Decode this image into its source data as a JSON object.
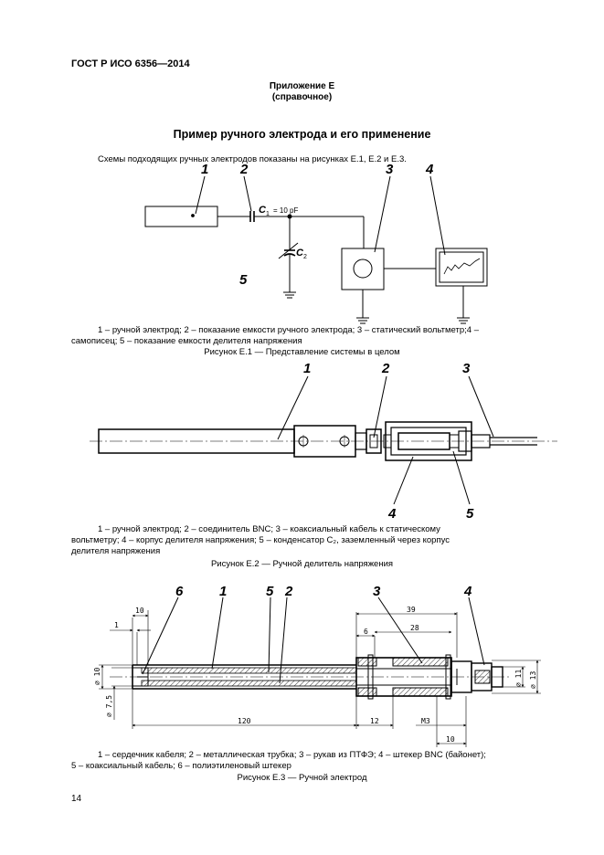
{
  "header": {
    "standard": "ГОСТ Р ИСО 6356—2014"
  },
  "appendix": {
    "title": "Приложение Е",
    "subtitle": "(справочное)"
  },
  "section_title": "Пример ручного электрода и его применение",
  "intro": "Схемы подходящих ручных электродов показаны на рисунках Е.1, Е.2 и Е.3.",
  "fig1": {
    "callouts": [
      "1",
      "2",
      "3",
      "4",
      "5"
    ],
    "c1_label": "C",
    "c1_sub": "1",
    "c1_value": "= 10  pF",
    "c2_label": "C",
    "c2_sub": "2",
    "caption_line1": "1 – ручной электрод; 2 – показание емкости ручного электрода; 3 – статический вольтметр;4 –",
    "caption_line2": "самописец; 5 – показание емкости делителя напряжения",
    "title": "Рисунок Е.1 — Представление системы в целом"
  },
  "fig2": {
    "callouts": [
      "1",
      "2",
      "3",
      "4",
      "5"
    ],
    "caption_line1": "1  – ручной электрод; 2 – соединитель BNC;  3 – коаксиальный кабель к статическому",
    "caption_line2": "вольтметру; 4 – корпус делителя напряжения; 5 – конденсатор C₂, заземленный через корпус",
    "caption_line3": "делителя напряжения",
    "title": "Рисунок Е.2 — Ручной делитель напряжения"
  },
  "fig3": {
    "callouts": [
      "6",
      "1",
      "5",
      "2",
      "3",
      "4"
    ],
    "dims": {
      "d10_top": "10",
      "d1": "1",
      "d39": "39",
      "d6": "6",
      "d28": "28",
      "dia10": "⌀ 10",
      "dia75": "⌀ 7,5",
      "dia11": "⌀ 11",
      "dia13": "⌀ 13",
      "d120": "120",
      "d12": "12",
      "m3": "M3",
      "d10_bottom": "10"
    },
    "caption_line1": "1 – сердечник кабеля; 2 – металлическая трубка; 3 – рукав из ПТФЭ; 4 – штекер BNC (байонет);",
    "caption_line2": "5 – коаксиальный кабель; 6 – полиэтиленовый штекер",
    "title": "Рисунок Е.3 — Ручной электрод"
  },
  "page_number": "14"
}
